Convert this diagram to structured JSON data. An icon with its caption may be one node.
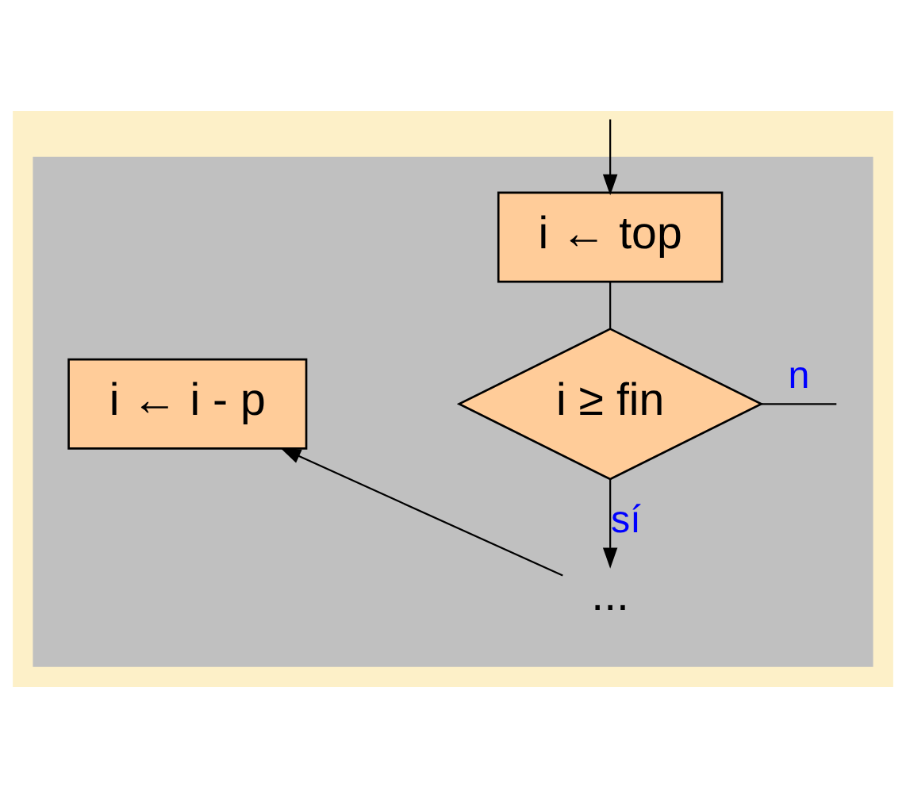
{
  "diagram": {
    "nodes": [
      {
        "text": [],
        "shape": "box"
      },
      {
        "text": [
          "i ← top"
        ],
        "in": 0
      },
      {
        "text": [
          "i ≥ fin"
        ],
        "in": 0
      },
      {
        "text": [
          "i ← i - p"
        ],
        "in": 0
      },
      {
        "text": [
          "..."
        ],
        "in": 0
      }
    ],
    "edges": [
      {
        "from": null,
        "to": 1,
        "arrow": "to"
      },
      {
        "from": 1,
        "to": 2,
        "arrow": "none"
      },
      {
        "from": 2,
        "to": null,
        "label": "n",
        "arrow": "none"
      },
      {
        "from": 2,
        "to": 4,
        "label": "sí",
        "arrow": "to"
      },
      {
        "from": 4,
        "to": 3,
        "arrow": "to"
      }
    ]
  }
}
